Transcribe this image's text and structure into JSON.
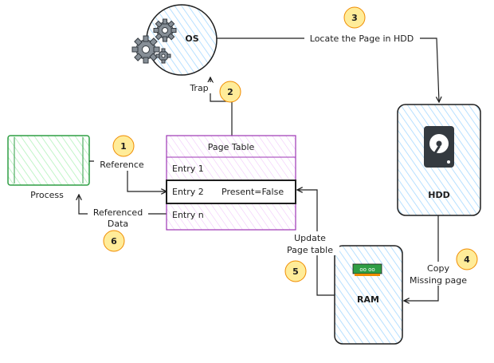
{
  "diagram": {
    "os_label": "OS",
    "locate_label": "Locate the Page in HDD",
    "trap_label": "Trap",
    "page_table": {
      "title": "Page Table",
      "entries": [
        {
          "name": "Entry 1",
          "status": ""
        },
        {
          "name": "Entry 2",
          "status": "Present=False"
        },
        {
          "name": "Entry n",
          "status": ""
        }
      ]
    },
    "process_label": "Process",
    "reference_label": "Reference",
    "referenced_data_line1": "Referenced",
    "referenced_data_line2": "Data",
    "hdd_label": "HDD",
    "ram_label": "RAM",
    "ram_chip_text": "oo oo",
    "update_line1": "Update",
    "update_line2": "Page table",
    "copy_line1": "Copy",
    "copy_line2": "Missing page",
    "steps": [
      "1",
      "2",
      "3",
      "4",
      "5",
      "6"
    ],
    "colors": {
      "process": "#2f9e44",
      "process_fill": "#ebfbee",
      "page_table": "#9c36b5",
      "box_fill": "#e7f5ff",
      "box_stroke": "#1971c2",
      "step_fill": "#ffec99",
      "step_stroke": "#f08c00",
      "gear": "#868e96"
    }
  }
}
